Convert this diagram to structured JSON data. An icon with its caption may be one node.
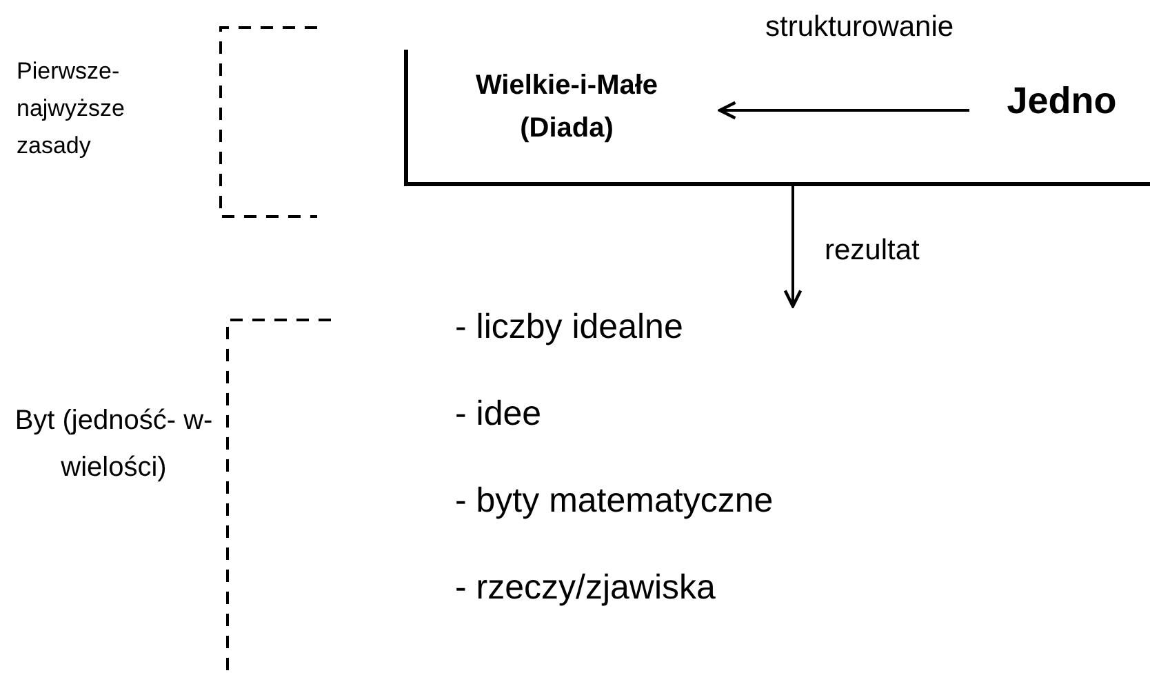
{
  "diagram": {
    "nodes": [
      {
        "text": [],
        "shape": "box"
      },
      {
        "text": [
          "Wielkie-i-Małe (Diada)"
        ],
        "in": 0
      },
      {
        "text": [
          "Jedno"
        ],
        "in": 0
      },
      {
        "text": [
          "- liczby idealne",
          "- idee",
          "- byty matematyczne",
          "- rzeczy/zjawiska"
        ]
      }
    ],
    "edges": [
      {
        "from": 2,
        "to": 1,
        "arrow": "to",
        "label": "strukturowanie"
      },
      {
        "from": 0,
        "to": 3,
        "arrow": "to",
        "label": "rezultat"
      }
    ],
    "labels": [
      "Pierwsze- najwyższe zasady",
      "Byt (jedność- w-wielości)"
    ]
  }
}
